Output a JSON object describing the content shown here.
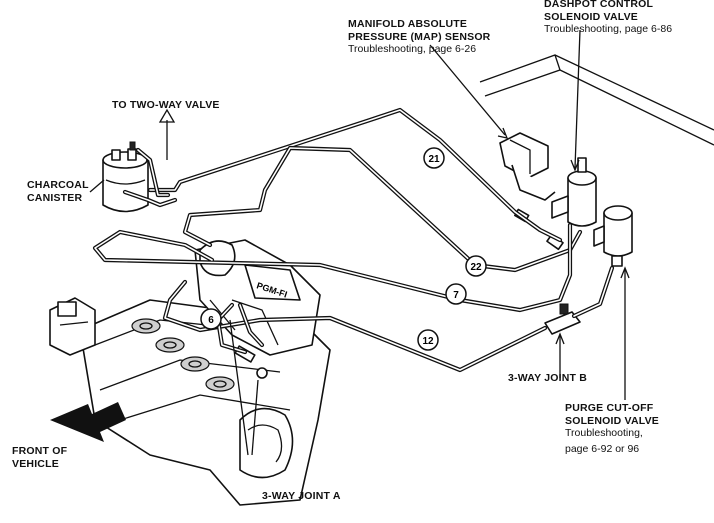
{
  "labels": {
    "dashpot_title1": "DASHPOT CONTROL",
    "dashpot_title2": "SOLENOID VALVE",
    "dashpot_ref": "Troubleshooting, page 6-86",
    "map_title1": "MANIFOLD ABSOLUTE",
    "map_title2": "PRESSURE (MAP) SENSOR",
    "map_ref": "Troubleshooting, page 6-26",
    "two_way": "TO TWO-WAY VALVE",
    "canister1": "CHARCOAL",
    "canister2": "CANISTER",
    "joint_b": "3-WAY JOINT B",
    "purge1": "PURGE CUT-OFF",
    "purge2": "SOLENOID VALVE",
    "purge_ref1": "Troubleshooting,",
    "purge_ref2": "page 6-92 or 96",
    "front1": "FRONT OF",
    "front2": "VEHICLE",
    "joint_a": "3-WAY JOINT A",
    "throttle_marking": "PGM-FI"
  },
  "hose_numbers": [
    "21",
    "22",
    "7",
    "6",
    "12"
  ]
}
